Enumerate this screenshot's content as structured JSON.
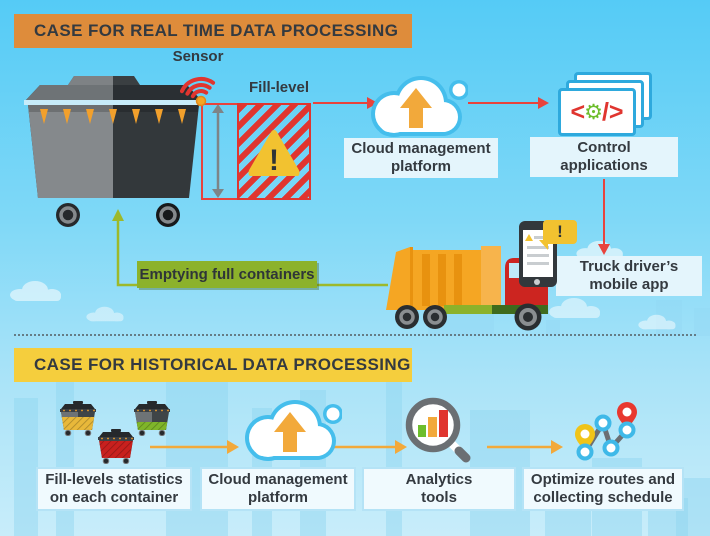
{
  "colors": {
    "sky_top": "#55CBF6",
    "sky_bottom": "#C8EDFA",
    "banner_realtime": "#DE8C3B",
    "banner_historical": "#F5CE3D",
    "accent_red": "#E0352F",
    "accent_green": "#8CB22B",
    "accent_orange": "#F2A93B",
    "label_bg": "#E4F5FC",
    "text_dark": "#343A40",
    "cloud_outline": "#45BEEC",
    "warning_yellow": "#F2C230"
  },
  "icons": {
    "sensor": "wifi-icon",
    "warning": "warning-triangle-icon",
    "cloud": "cloud-upload-icon",
    "control": "code-gear-card-stack-icon",
    "mobile": "smartphone-alert-icon",
    "truck": "garbage-truck-icon",
    "containers": "dumpster-icon",
    "analytics": "magnifier-bar-chart-icon",
    "routes": "route-pins-icon"
  },
  "realtime": {
    "banner": "CASE FOR REAL TIME DATA PROCESSING",
    "sensor_label": "Sensor",
    "fill_level_label": "Fill-level",
    "warning_mark": "!",
    "cloud_platform_label": "Cloud management\nplatform",
    "control_apps_label": "Control\napplications",
    "code_open": "<",
    "code_gear": "⚙",
    "code_slash": "/",
    "code_close": ">",
    "driver_app_label": "Truck driver’s\nmobile app",
    "driver_alert_mark": "!",
    "emptying_label": "Emptying full containers"
  },
  "historical": {
    "banner": "CASE FOR HISTORICAL DATA PROCESSING",
    "stats_label": "Fill-levels statistics\non each container",
    "cloud_platform_label": "Cloud management\nplatform",
    "analytics_label": "Analytics\ntools",
    "optimize_label": "Optimize routes and\ncollecting schedule"
  }
}
